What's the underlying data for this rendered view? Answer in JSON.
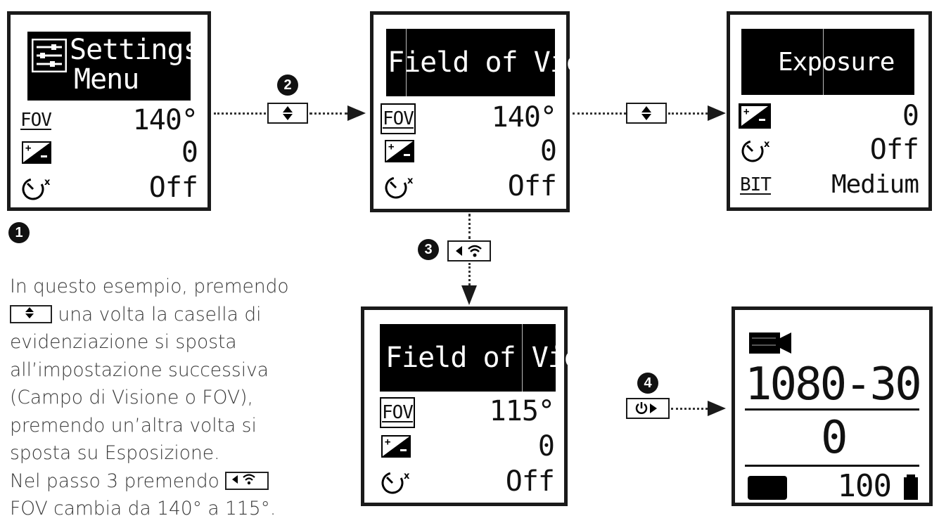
{
  "badges": [
    "1",
    "2",
    "3",
    "4"
  ],
  "screen1": {
    "header_line1": "Settings",
    "header_line2": "Menu",
    "header_icon": "sliders-icon",
    "rows": [
      {
        "label": "FOV",
        "value": "140°"
      },
      {
        "icon": "exposure-icon",
        "value": "0"
      },
      {
        "icon": "self-timer-icon",
        "value": "Off"
      }
    ]
  },
  "screen2": {
    "header": "Field of View",
    "rows": [
      {
        "label": "FOV",
        "value": "140°",
        "highlighted": true
      },
      {
        "icon": "exposure-icon",
        "value": "0"
      },
      {
        "icon": "self-timer-icon",
        "value": "Off"
      }
    ]
  },
  "screen3": {
    "header": "Exposure",
    "rows": [
      {
        "icon": "exposure-icon",
        "value": "0",
        "highlighted": true
      },
      {
        "icon": "self-timer-icon",
        "value": "Off"
      },
      {
        "label": "BIT",
        "value": "Medium"
      }
    ]
  },
  "screen4": {
    "header": "Field of View",
    "rows": [
      {
        "label": "FOV",
        "value": "115°",
        "highlighted": true
      },
      {
        "icon": "exposure-icon",
        "value": "0"
      },
      {
        "icon": "self-timer-icon",
        "value": "Off"
      }
    ]
  },
  "screen5": {
    "mode_icon": "video-camera-icon",
    "resolution": "1080-30",
    "count": "0",
    "battery_percent": "100",
    "battery_icon": "battery-icon"
  },
  "buttons": {
    "updown": "up-down-button-icon",
    "left_wifi": "left-wifi-button-icon",
    "power_right": "power-right-button-icon"
  },
  "caption": {
    "p1": "In questo esempio, premendo",
    "p2": " una volta la casella di",
    "p3": "evidenziazione si sposta",
    "p4": "all’impostazione successiva",
    "p5": "(Campo di Visione o FOV),",
    "p6": "premendo un’altra volta si",
    "p7": "sposta su Esposizione.",
    "p8": "Nel passo 3 premendo",
    "p9": "FOV cambia da 140° a 115°."
  },
  "colors": {
    "ink": "#111111",
    "caption": "#3a3a3a",
    "screen_bg": "#ffffff"
  }
}
